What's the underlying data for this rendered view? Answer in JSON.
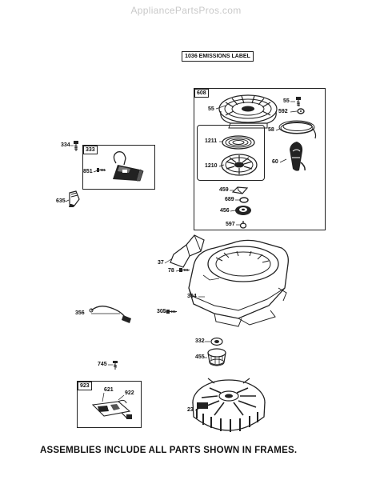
{
  "watermark": "AppliancePartsPros.com",
  "emissions_label": "1036 EMISSIONS LABEL",
  "frames": {
    "starter": "608",
    "ignition": "333",
    "wiring": "923"
  },
  "callouts": {
    "p55a": "55",
    "p55b": "55",
    "p592": "592",
    "p58": "58",
    "p1211": "1211",
    "p1210": "1210",
    "p60": "60",
    "p459": "459",
    "p689": "689",
    "p456": "456",
    "p597": "597",
    "p334": "334",
    "p851": "851",
    "p635": "635",
    "p37": "37",
    "p78": "78",
    "p304": "304",
    "p356": "356",
    "p305": "305",
    "p332": "332",
    "p455": "455",
    "p745": "745",
    "p621": "621",
    "p922": "922",
    "p23": "23"
  },
  "footer_note": "ASSEMBLIES INCLUDE ALL PARTS SHOWN IN FRAMES."
}
